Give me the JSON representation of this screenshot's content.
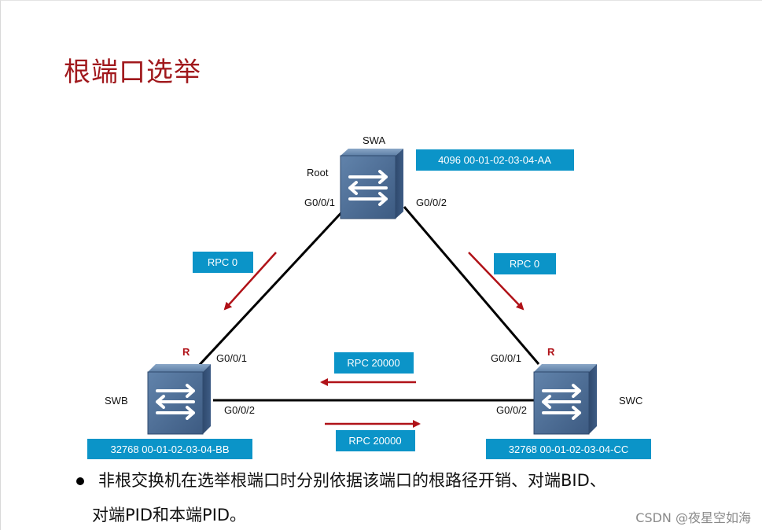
{
  "title": "根端口选举",
  "switches": {
    "swa": {
      "name": "SWA",
      "role": "Root",
      "port_left": "G0/0/1",
      "port_right": "G0/0/2",
      "bid": "4096 00-01-02-03-04-AA"
    },
    "swb": {
      "name": "SWB",
      "marker": "R",
      "port_top": "G0/0/1",
      "port_right": "G0/0/2",
      "bid": "32768 00-01-02-03-04-BB"
    },
    "swc": {
      "name": "SWC",
      "marker": "R",
      "port_top": "G0/0/1",
      "port_left": "G0/0/2",
      "bid": "32768 00-01-02-03-04-CC"
    }
  },
  "rpc_labels": {
    "ab": "RPC 0",
    "ac": "RPC 0",
    "bc_top": "RPC 20000",
    "bc_bottom": "RPC 20000"
  },
  "colors": {
    "title": "#a0181c",
    "label_box": "#0b94c8",
    "arrow": "#b01218",
    "switch_body": "#4a6a8f"
  },
  "bullet_text": {
    "line1": "非根交换机在选举根端口时分别依据该端口的根路径开销、对端BID、",
    "line2": "对端PID和本端PID。"
  },
  "watermark": "CSDN @夜星空如海"
}
